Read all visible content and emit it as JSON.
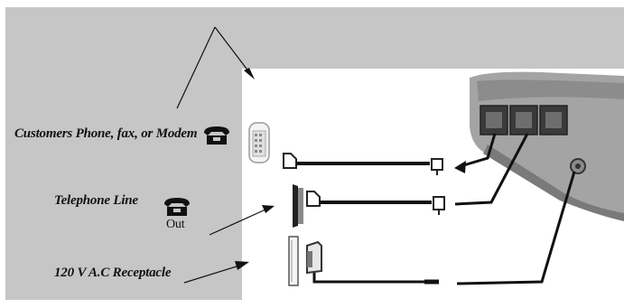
{
  "labels": {
    "phone_fax_modem": "Customers Phone, fax, or Modem",
    "telephone_line": "Telephone Line",
    "out": "Out",
    "receptacle": "120 V A.C Receptacle"
  },
  "icons": {
    "phone_device": "telephone-icon",
    "line_out": "telephone-icon",
    "wall_jack": "phone-wall-jack-icon",
    "outlet": "power-outlet-icon",
    "router": "router-device-icon"
  },
  "colors": {
    "background_gray": "#c6c6c6",
    "panel_white": "#ffffff",
    "line": "#111111",
    "device": "#9a9a9a"
  }
}
